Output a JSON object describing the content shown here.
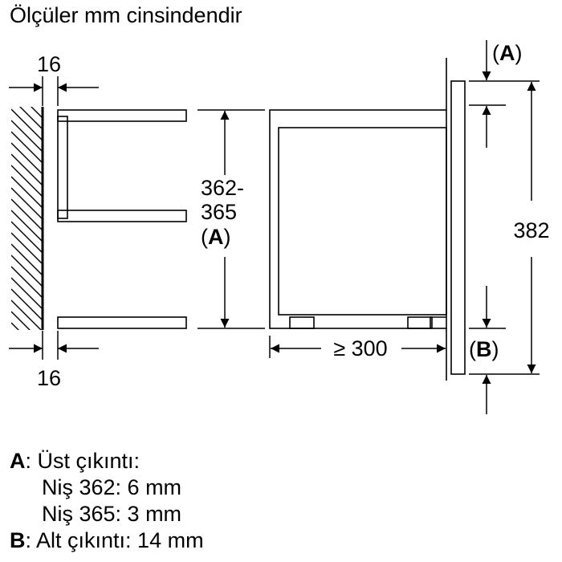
{
  "title": "Ölçüler mm cinsindendir",
  "dims": {
    "wall_gap_top": "16",
    "wall_gap_bottom": "16",
    "niche_height_line1": "362-",
    "niche_height_line2": "365",
    "niche_height_line3": "(A)",
    "depth": "≥ 300",
    "front_height": "382",
    "top_tag": "(A)",
    "bottom_tag": "(B)"
  },
  "notes": {
    "a_key": "A",
    "a_text": ": Üst çıkıntı:",
    "a_line2": "Niş 362: 6 mm",
    "a_line3": "Niş 365: 3 mm",
    "b_key": "B",
    "b_text": ": Alt çıkıntı: 14 mm"
  }
}
